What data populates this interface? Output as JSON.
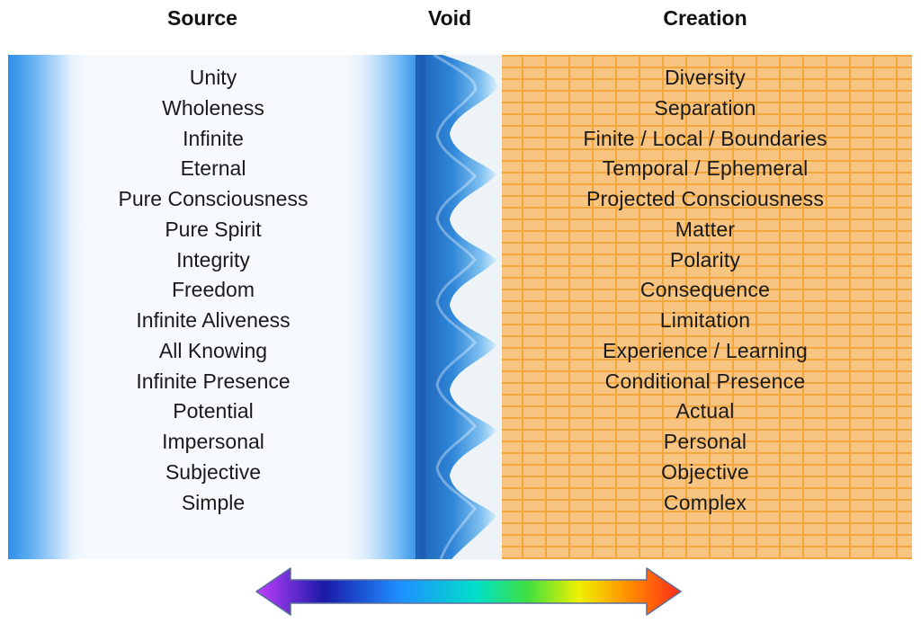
{
  "headers": {
    "source": "Source",
    "void": "Void",
    "creation": "Creation"
  },
  "source_items": [
    "Unity",
    "Wholeness",
    "Infinite",
    "Eternal",
    "Pure Consciousness",
    "Pure Spirit",
    "Integrity",
    "Freedom",
    "Infinite Aliveness",
    "All Knowing",
    "Infinite Presence",
    "Potential",
    "Impersonal",
    "Subjective",
    "Simple"
  ],
  "creation_items": [
    "Diversity",
    "Separation",
    "Finite / Local / Boundaries",
    "Temporal / Ephemeral",
    "Projected Consciousness",
    "Matter",
    "Polarity",
    "Consequence",
    "Limitation",
    "Experience / Learning",
    "Conditional Presence",
    "Actual",
    "Personal",
    "Objective",
    "Complex"
  ],
  "colors": {
    "source_edge": "#2f8fe8",
    "source_center": "#f6f9fd",
    "creation_fill": "#f7c581",
    "creation_brick_line": "#f3a63c",
    "void_wave": "#1f6fc8",
    "spectrum": [
      "#c040ff",
      "#1a1aa8",
      "#1e90ff",
      "#00e0c8",
      "#40e040",
      "#f0f000",
      "#ff8c00",
      "#ff2a1a"
    ]
  },
  "icons": {
    "void_boundary": "wave-icon",
    "spectrum": "double-headed-arrow-icon"
  }
}
